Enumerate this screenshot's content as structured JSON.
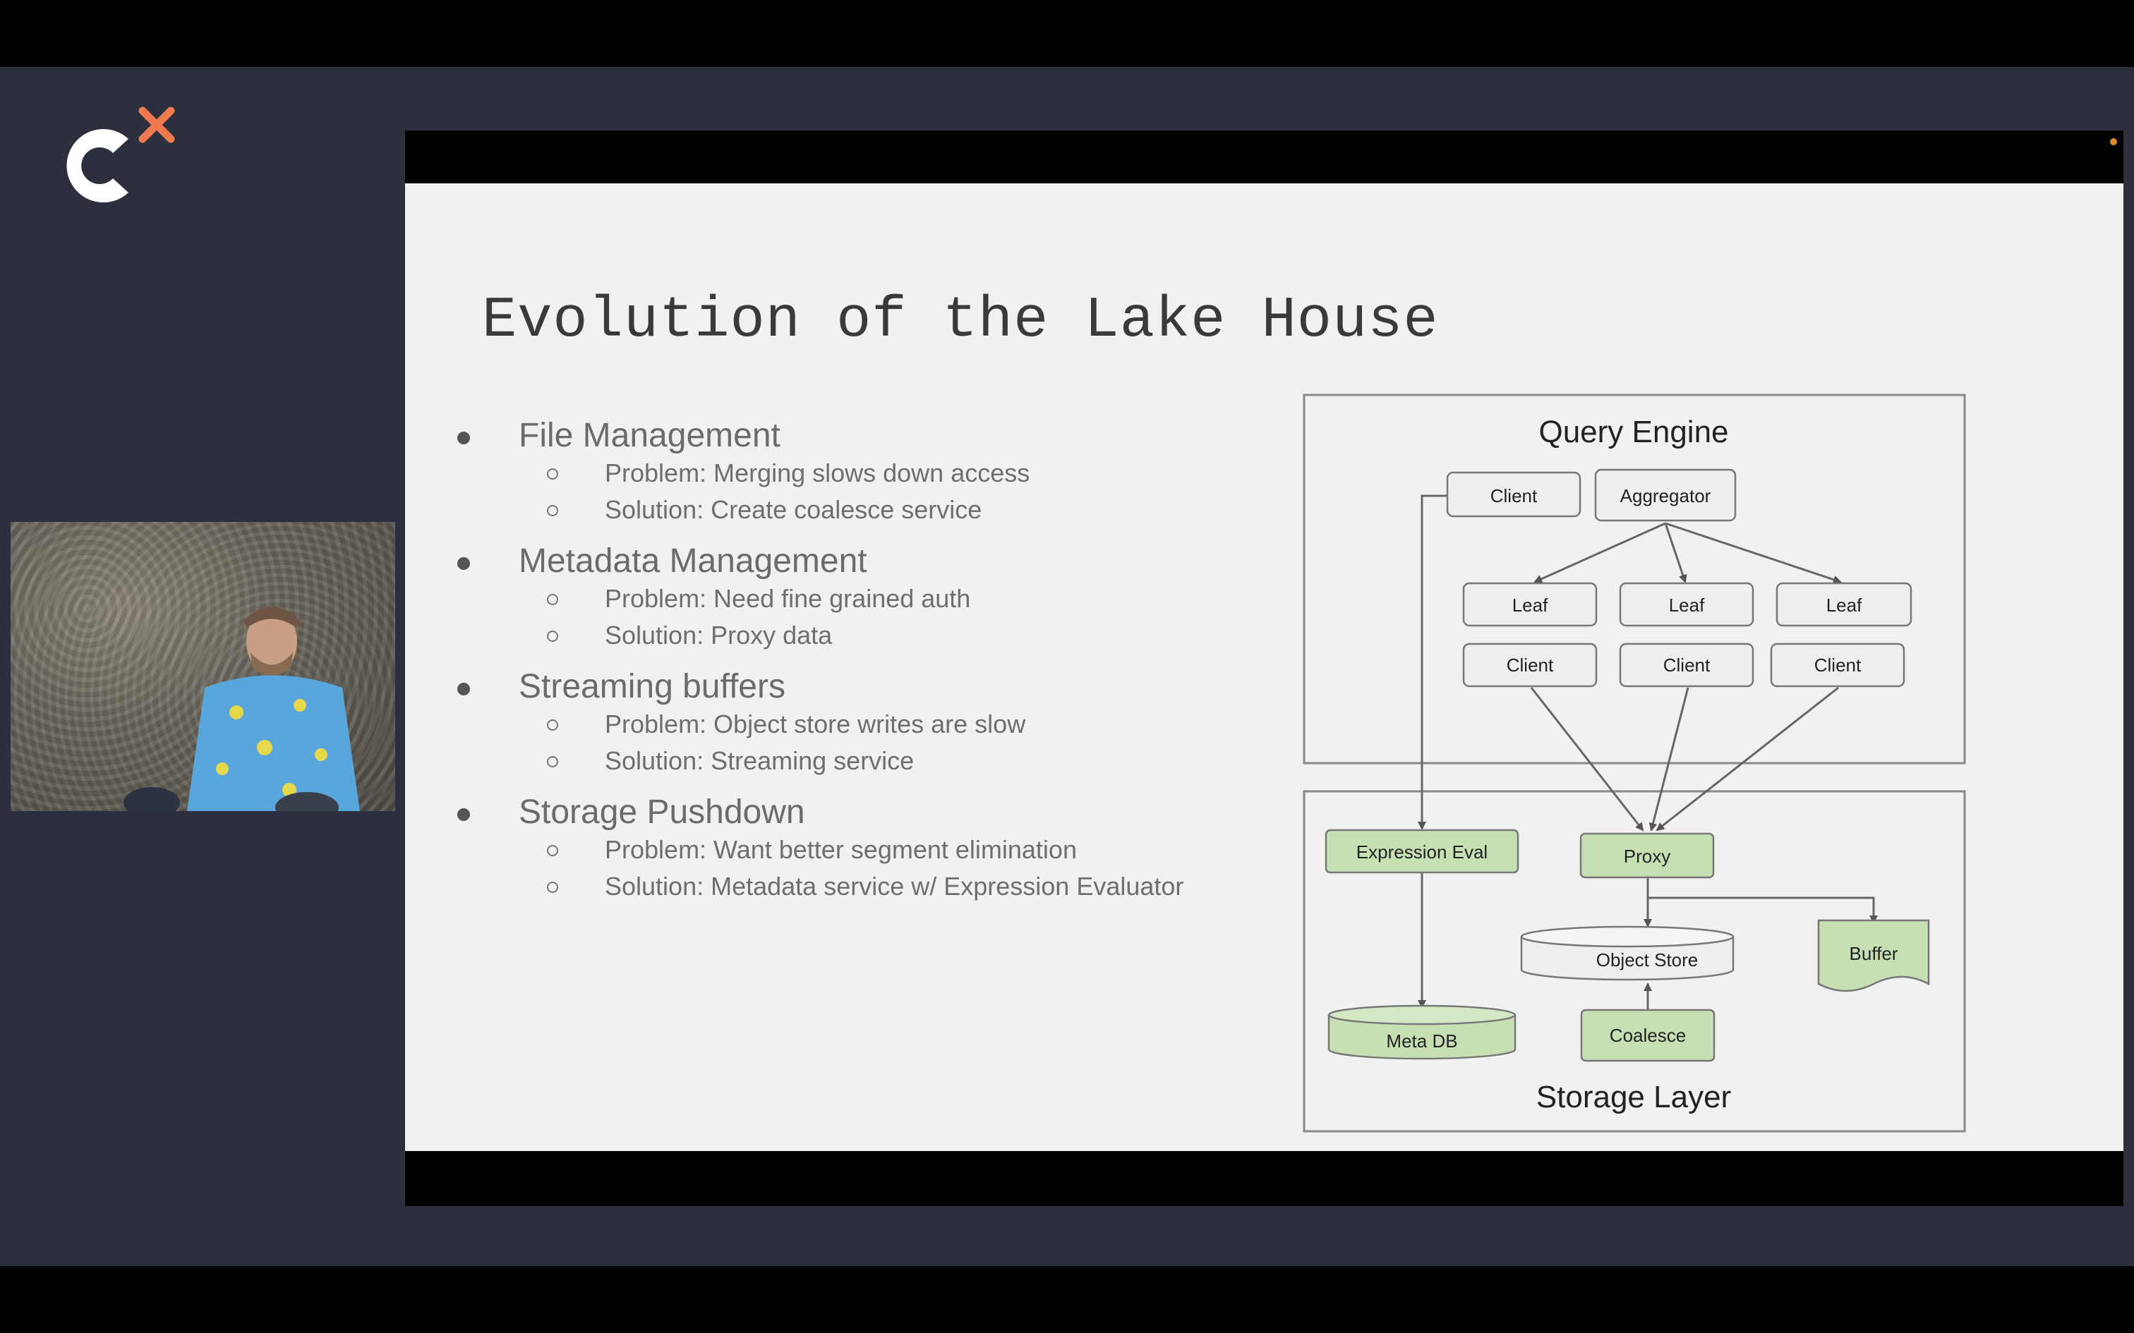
{
  "slide": {
    "title": "Evolution of the Lake House",
    "bullets": [
      {
        "label": "File Management",
        "sub": [
          "Problem: Merging slows down access",
          "Solution: Create coalesce service"
        ]
      },
      {
        "label": "Metadata Management",
        "sub": [
          "Problem: Need fine grained auth",
          "Solution: Proxy data"
        ]
      },
      {
        "label": "Streaming buffers",
        "sub": [
          "Problem: Object store writes are slow",
          "Solution: Streaming service"
        ]
      },
      {
        "label": "Storage Pushdown",
        "sub": [
          "Problem: Want better segment elimination",
          "Solution: Metadata service w/ Expression Evaluator"
        ]
      }
    ]
  },
  "diagram": {
    "query_engine_title": "Query Engine",
    "storage_layer_title": "Storage Layer",
    "client_top": "Client",
    "aggregator": "Aggregator",
    "leaf_1": "Leaf",
    "leaf_2": "Leaf",
    "leaf_3": "Leaf",
    "client_1": "Client",
    "client_2": "Client",
    "client_3": "Client",
    "expression_eval": "Expression Eval",
    "proxy": "Proxy",
    "object_store": "Object Store",
    "buffer": "Buffer",
    "meta_db": "Meta DB",
    "coalesce": "Coalesce"
  },
  "colors": {
    "background": "#2b2f3e",
    "slide": "#f1f1f1",
    "node_gray": "#eeeeee",
    "node_green": "#c6e0b4",
    "logo_accent": "#f07a50"
  },
  "icons": {
    "logo": "c-plus-logo"
  }
}
